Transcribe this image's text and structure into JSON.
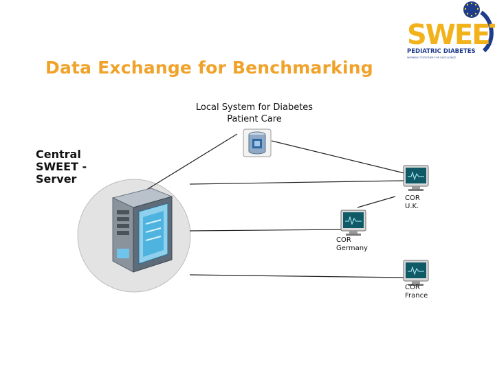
{
  "title": "Data Exchange for Benchmarking",
  "logo": {
    "wordmark": "SWEET",
    "subtitle": "PEDIATRIC DIABETES",
    "tagline": "WORKING TOGETHER FOR EXCELLENCE"
  },
  "local_system": {
    "label_line1": "Local System for Diabetes",
    "label_line2": "Patient Care"
  },
  "central_server": {
    "label_line1": "Central",
    "label_line2": "SWEET -",
    "label_line3": "Server"
  },
  "cor_nodes": [
    {
      "line1": "COR",
      "line2": "U.K."
    },
    {
      "line1": "COR",
      "line2": "Germany"
    },
    {
      "line1": "COR",
      "line2": "France"
    }
  ],
  "colors": {
    "title": "#f0a22a",
    "logo_yellow": "#f2b21b",
    "logo_blue": "#1f3d8c",
    "connector": "#222222",
    "circle_fill": "#e3e3e3"
  }
}
